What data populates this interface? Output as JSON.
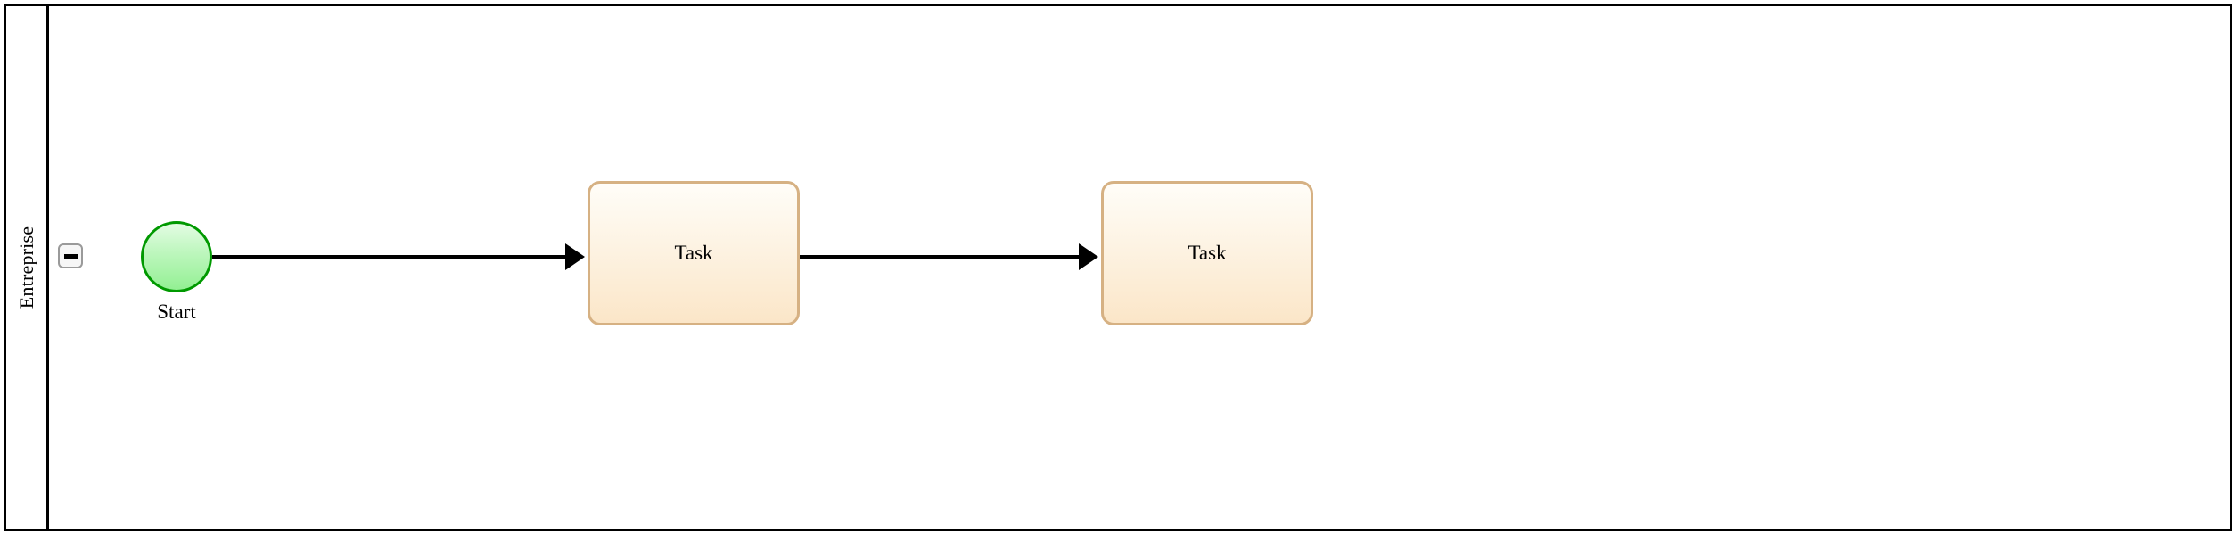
{
  "diagram": {
    "type": "bpmn-process",
    "pool": {
      "lane": {
        "label": "Entreprise",
        "collapse_button": {
          "name": "collapse-lane-button",
          "icon": "minus-icon",
          "state": "expanded"
        }
      }
    },
    "nodes": [
      {
        "id": "start-event",
        "type": "start-event",
        "label": "Start",
        "shape": "circle",
        "fill_top": "#e3fce3",
        "fill_bottom": "#93f093",
        "stroke": "#009900"
      },
      {
        "id": "task-1",
        "type": "task",
        "label": "Task",
        "shape": "rounded-rect",
        "fill_top": "#fffdf8",
        "fill_bottom": "#fbe6c8",
        "stroke": "#d6b183"
      },
      {
        "id": "task-2",
        "type": "task",
        "label": "Task",
        "shape": "rounded-rect",
        "fill_top": "#fffdf8",
        "fill_bottom": "#fbe6c8",
        "stroke": "#d6b183"
      }
    ],
    "flows": [
      {
        "id": "flow-1",
        "from": "start-event",
        "to": "task-1",
        "style": "solid-arrow",
        "color": "#000000"
      },
      {
        "id": "flow-2",
        "from": "task-1",
        "to": "task-2",
        "style": "solid-arrow",
        "color": "#000000"
      }
    ],
    "colors": {
      "pool_border": "#000000",
      "canvas_background": "#ffffff",
      "button_border": "#9a9a9a",
      "button_fill": "#f6f6f6"
    }
  }
}
